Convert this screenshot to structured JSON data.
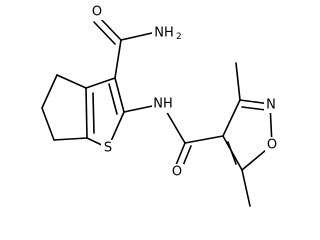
{
  "molecule": {
    "atoms": {
      "carboxamide_oxygen": "O",
      "carboxamide_nitrogen": "NH",
      "carboxamide_nitrogen_sub": "2",
      "amide_nitrogen": "NH",
      "thiophene_sulfur": "S",
      "amide_oxygen": "O",
      "isoxazole_nitrogen": "N",
      "isoxazole_oxygen": "O"
    }
  }
}
